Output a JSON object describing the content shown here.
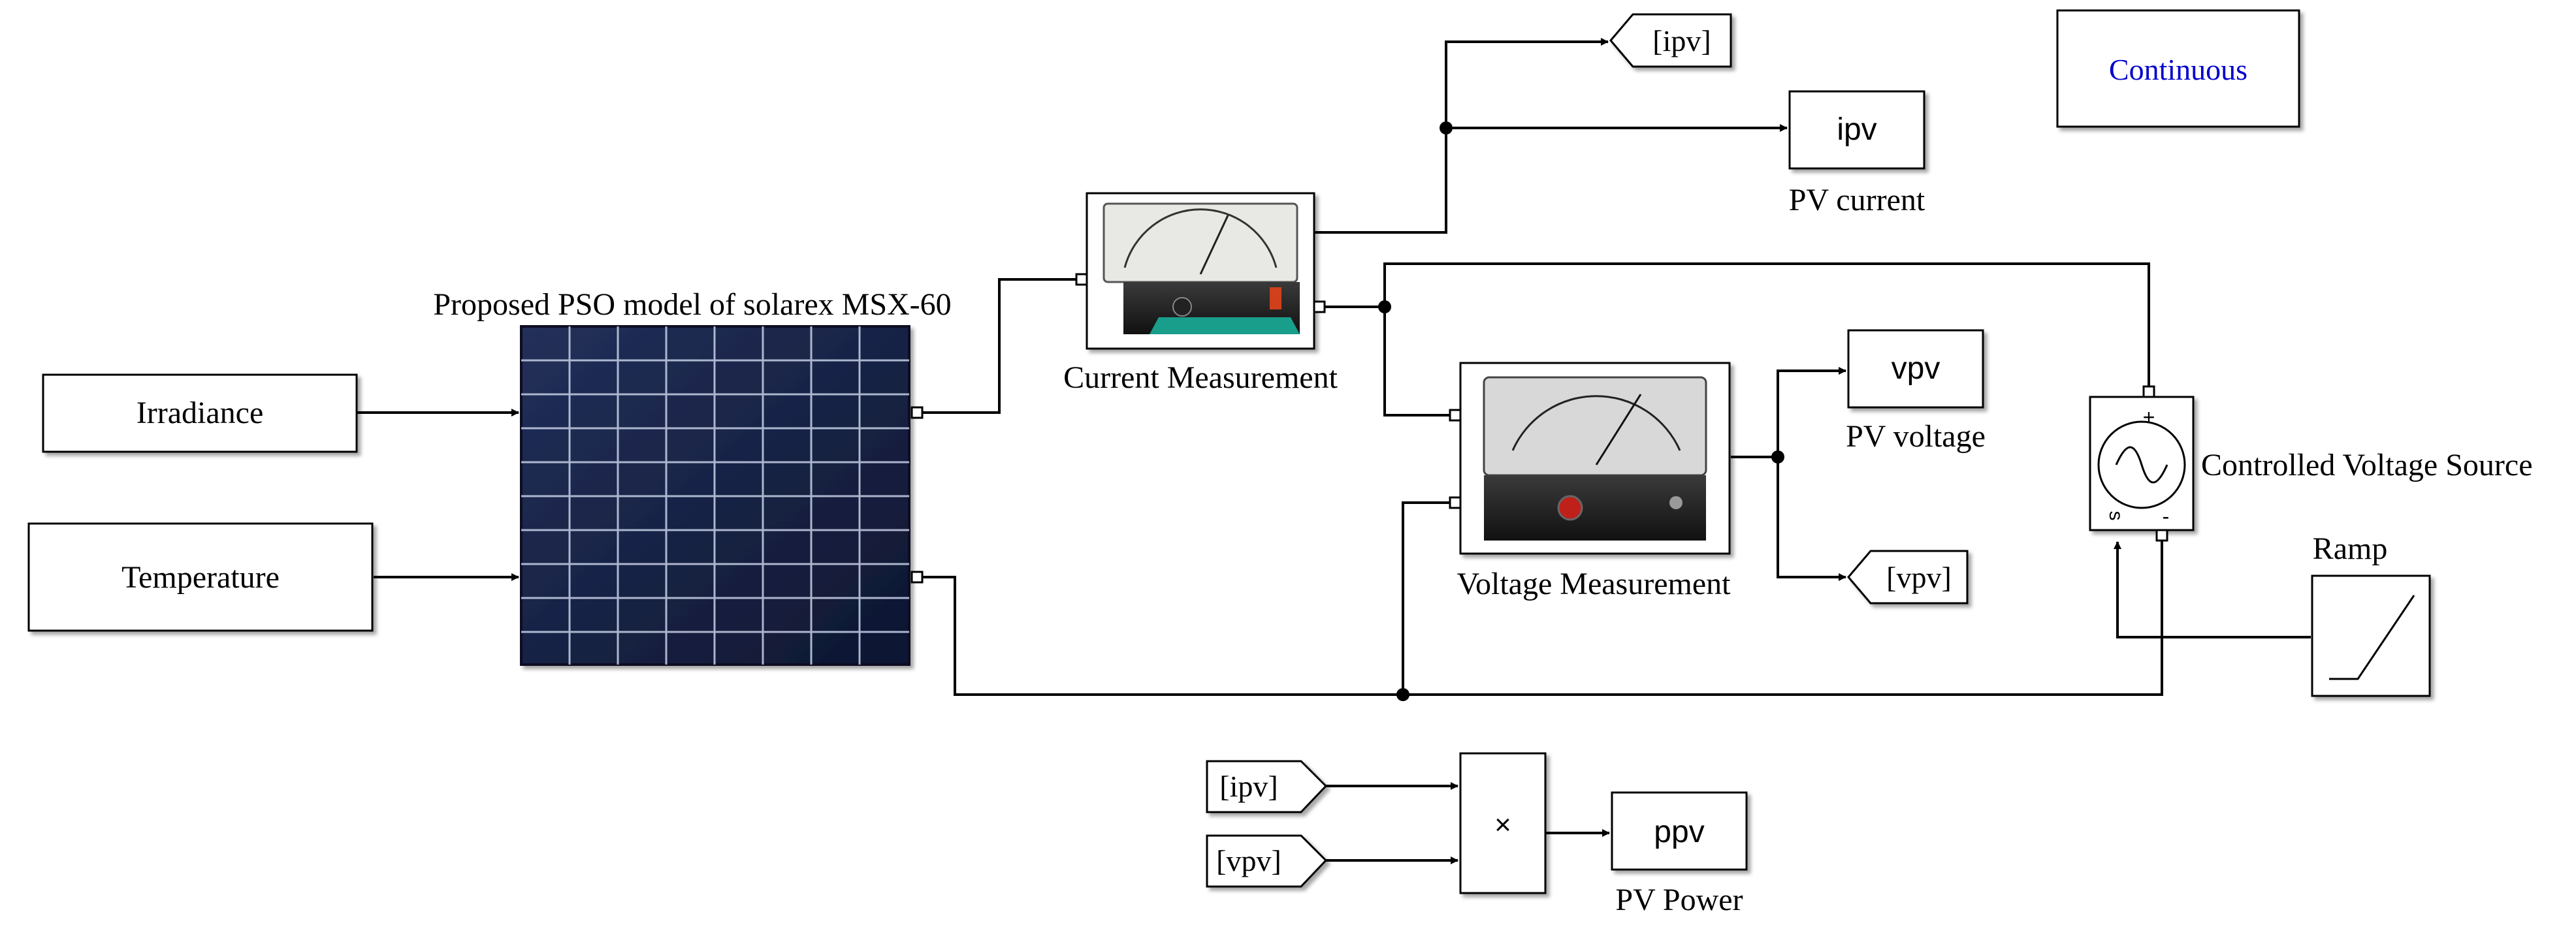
{
  "solver_block": {
    "label": "Continuous",
    "color": "#0000cc"
  },
  "pv_model": {
    "title": "Proposed PSO model of solarex MSX-60"
  },
  "inputs": {
    "irradiance": "Irradiance",
    "temperature": "Temperature"
  },
  "current_measurement": {
    "caption": "Current Measurement"
  },
  "voltage_measurement": {
    "caption": "Voltage Measurement"
  },
  "scopes": {
    "ipv": {
      "label": "ipv",
      "caption": "PV current"
    },
    "vpv": {
      "label": "vpv",
      "caption": "PV voltage"
    },
    "ppv": {
      "label": "ppv",
      "caption": "PV Power"
    }
  },
  "goto_tags": {
    "ipv": "[ipv]",
    "vpv": "[vpv]"
  },
  "from_tags": {
    "ipv": "[ipv]",
    "vpv": "[vpv]"
  },
  "product": {
    "symbol": "×"
  },
  "source": {
    "caption": "Controlled Voltage Source",
    "plus": "+",
    "minus": "-",
    "s": "s"
  },
  "ramp": {
    "caption": "Ramp"
  },
  "icons": [
    "solar-panel-icon",
    "ammeter-icon",
    "voltmeter-icon",
    "sine-source-icon",
    "ramp-icon"
  ],
  "colors": {
    "line": "#000000",
    "panel": "#16213f",
    "solver_text": "#0000cc"
  }
}
